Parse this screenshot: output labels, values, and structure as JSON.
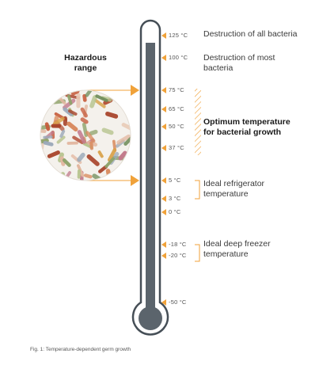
{
  "hazard_label": [
    "Hazardous",
    "range"
  ],
  "caption": "Fig. 1: Temperature-dependent germ growth",
  "ticks": [
    {
      "label": "125 °C",
      "temp": 125
    },
    {
      "label": "100 °C",
      "temp": 100
    },
    {
      "label": "75 °C",
      "temp": 75
    },
    {
      "label": "65 °C",
      "temp": 65
    },
    {
      "label": "50 °C",
      "temp": 50
    },
    {
      "label": "37 °C",
      "temp": 37
    },
    {
      "label": "5 °C",
      "temp": 5
    },
    {
      "label": "3 °C",
      "temp": 3
    },
    {
      "label": "0 °C",
      "temp": 0
    },
    {
      "label": "-18 °C",
      "temp": -18
    },
    {
      "label": "-20 °C",
      "temp": -20
    },
    {
      "label": "-50 °C",
      "temp": -50
    }
  ],
  "annotations": {
    "destruction_all": [
      "Destruction of all bacteria"
    ],
    "destruction_most": [
      "Destruction of most",
      "bacteria"
    ],
    "optimum": [
      "Optimum temperature",
      "for bacterial growth"
    ],
    "refrigerator": [
      "Ideal refrigerator",
      "temperature"
    ],
    "freezer": [
      "Ideal deep freezer",
      "temperature"
    ]
  },
  "colors": {
    "mercury": "#5b646c",
    "glass": "#454e56",
    "arrow": "#f0a23a",
    "hatch": "#f0a23a",
    "bracket": "#f0a23a",
    "text": "#3a3a3a"
  }
}
